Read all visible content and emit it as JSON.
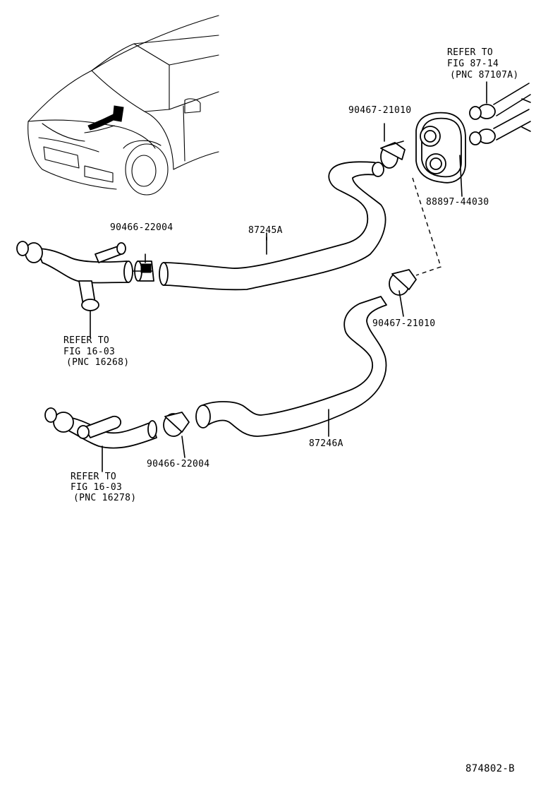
{
  "labels": {
    "refer_top": [
      "REFER TO",
      "FIG 87-14",
      "(PNC 87107A)"
    ],
    "clamp_top": "90467-21010",
    "gasket": "88897-44030",
    "clamp_left": "90466-22004",
    "hose_upper": "87245A",
    "clamp_mid": "90467-21010",
    "refer_left_upper": [
      "REFER TO",
      "FIG 16-03",
      "(PNC 16268)"
    ],
    "hose_lower": "87246A",
    "clamp_bottom": "90466-22004",
    "refer_left_lower": [
      "REFER TO",
      "FIG 16-03",
      "(PNC 16278)"
    ],
    "figure_id": "874802-B"
  }
}
